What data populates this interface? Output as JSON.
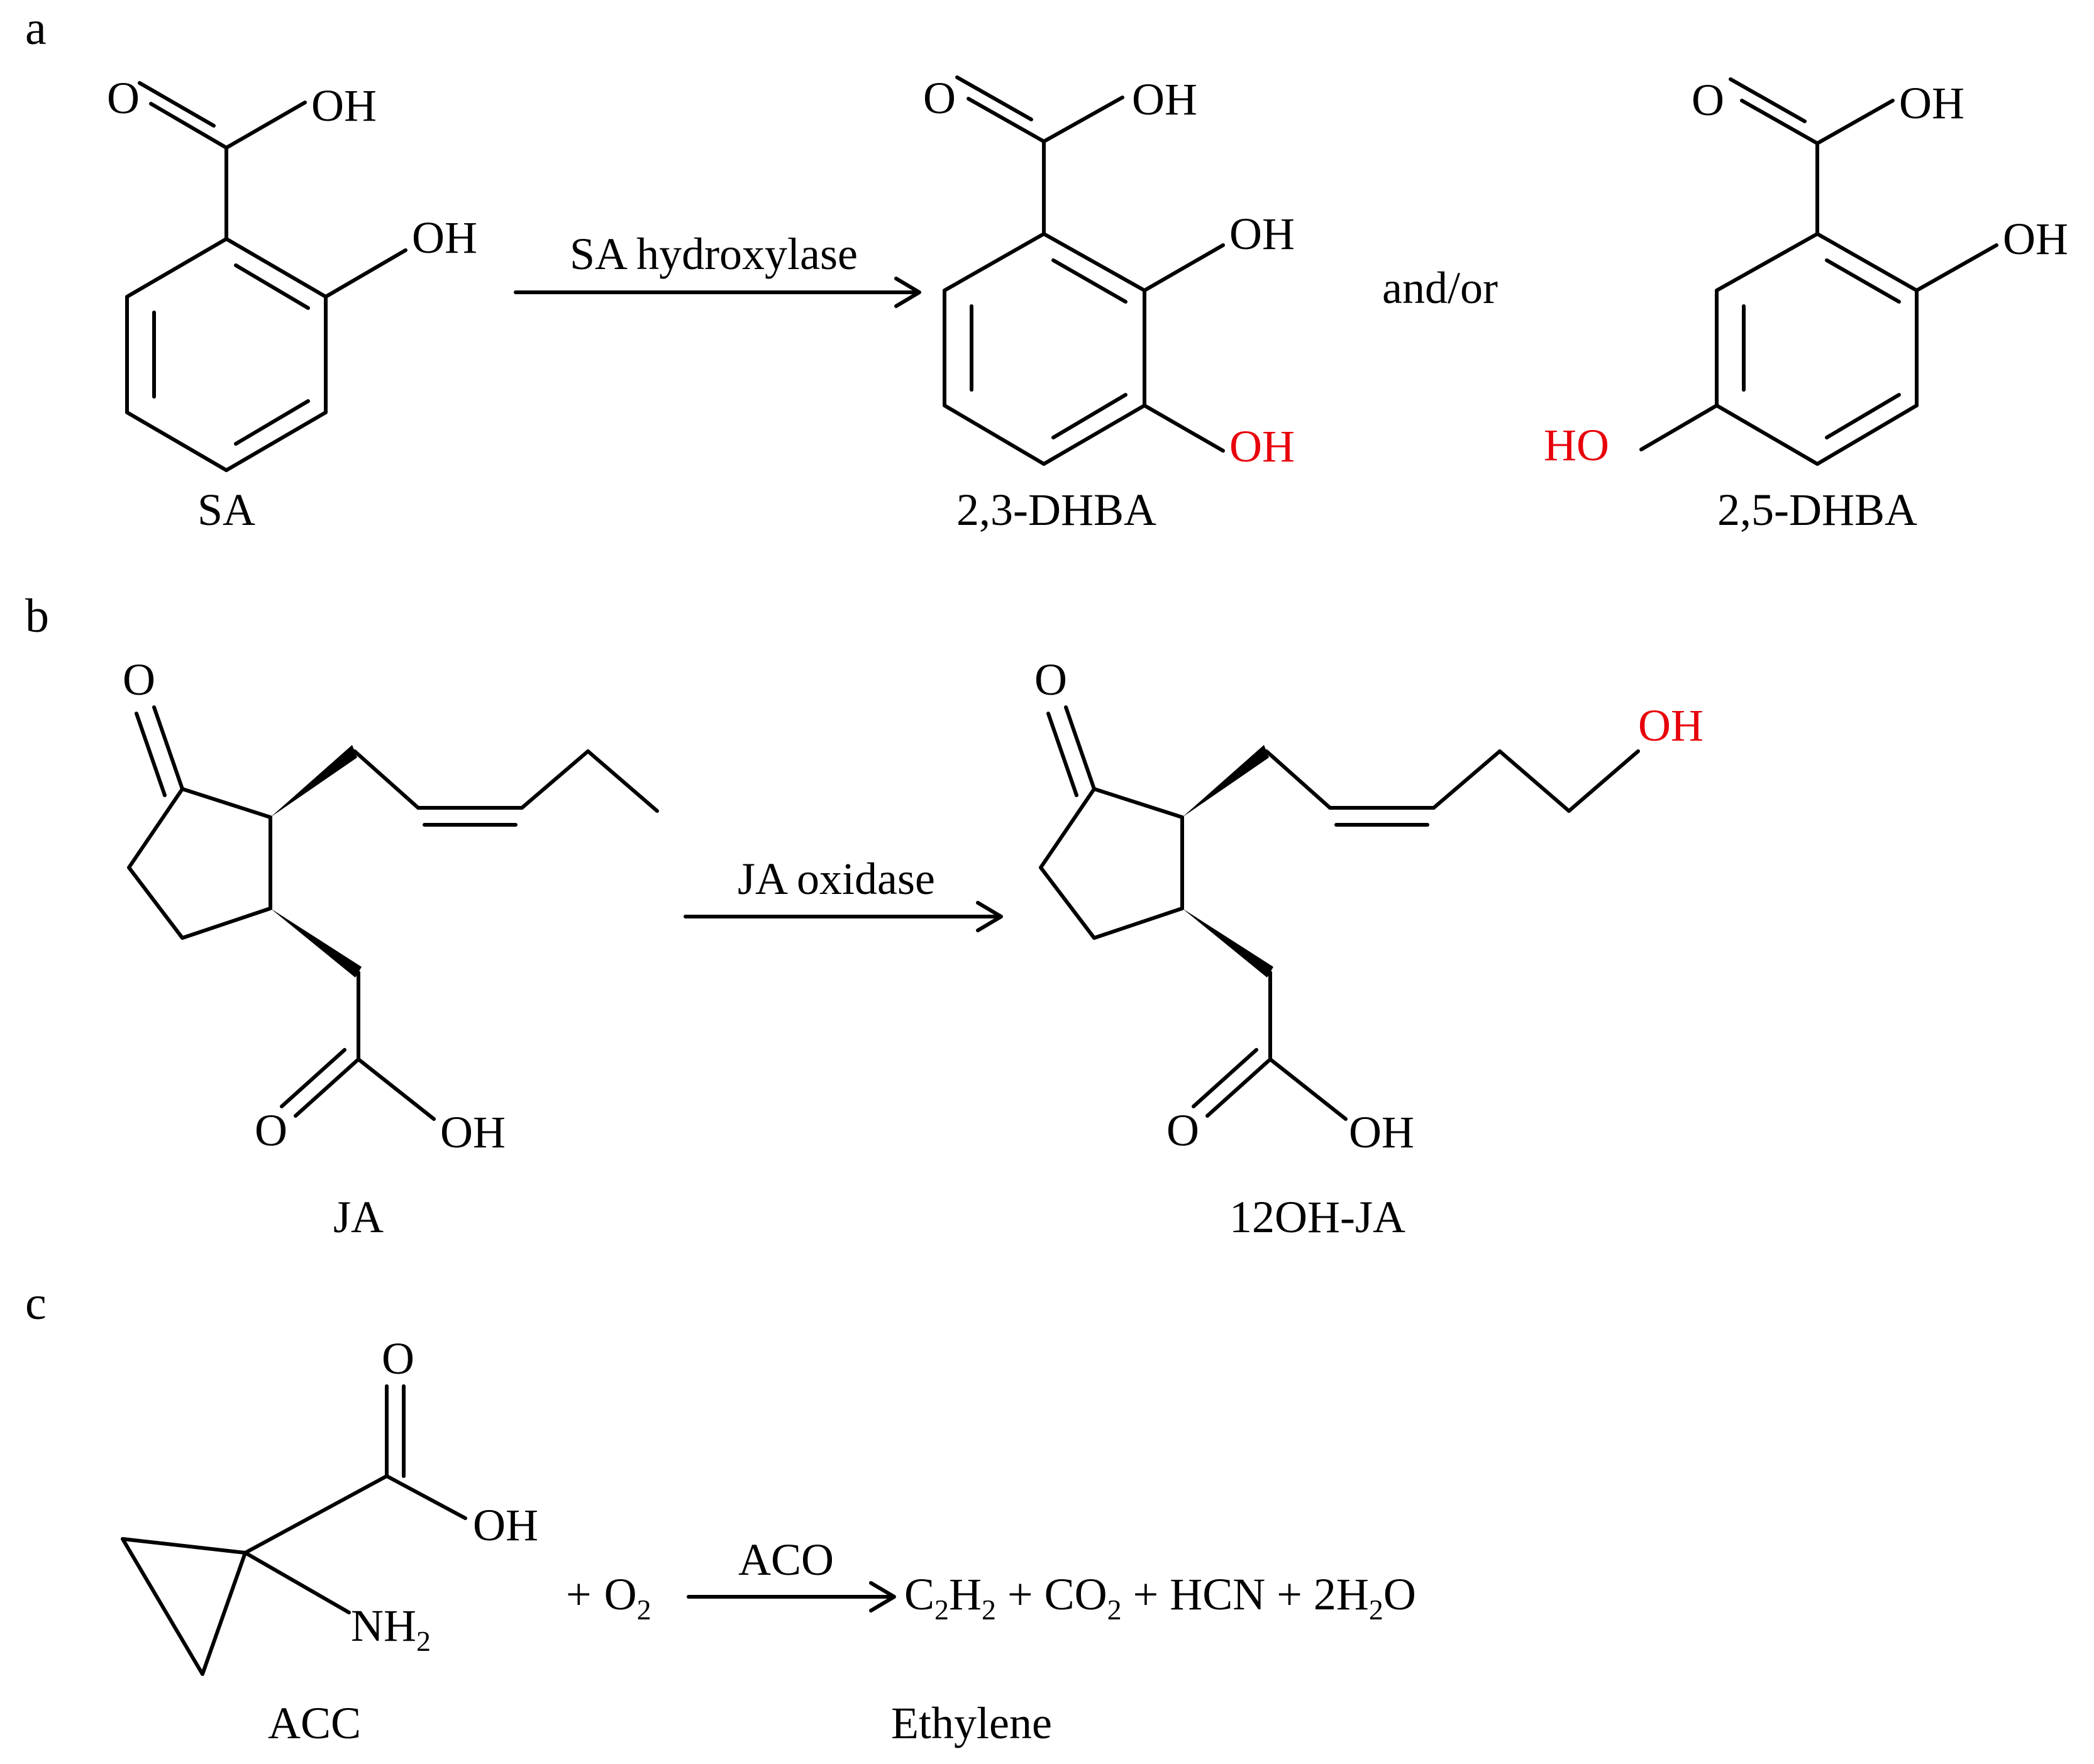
{
  "panels": {
    "a": {
      "letter": "a",
      "reactant": "SA",
      "enzyme": "SA hydroxylase",
      "connector": "and/or",
      "product1": "2,3-DHBA",
      "product2": "2,5-DHBA",
      "atoms": {
        "o": "O",
        "oh": "OH",
        "ho": "HO"
      },
      "highlight_color": "#e8000b"
    },
    "b": {
      "letter": "b",
      "reactant": "JA",
      "enzyme": "JA oxidase",
      "product": "12OH-JA",
      "atoms": {
        "o": "O",
        "oh": "OH"
      }
    },
    "c": {
      "letter": "c",
      "reactant": "ACC",
      "enzyme": "ACO",
      "product": "Ethylene",
      "atoms": {
        "o": "O",
        "oh": "OH",
        "nh": "NH",
        "nh_sub": "2"
      },
      "equation": {
        "plus": "+",
        "o": "O",
        "o_sub": "2",
        "c": "C",
        "c_sub": "2",
        "h": "H",
        "h_sub": "2",
        "co": "CO",
        "co_sub": "2",
        "hcn": "HCN",
        "water_coef": "2H",
        "water_sub": "2",
        "water_o": "O"
      }
    }
  }
}
